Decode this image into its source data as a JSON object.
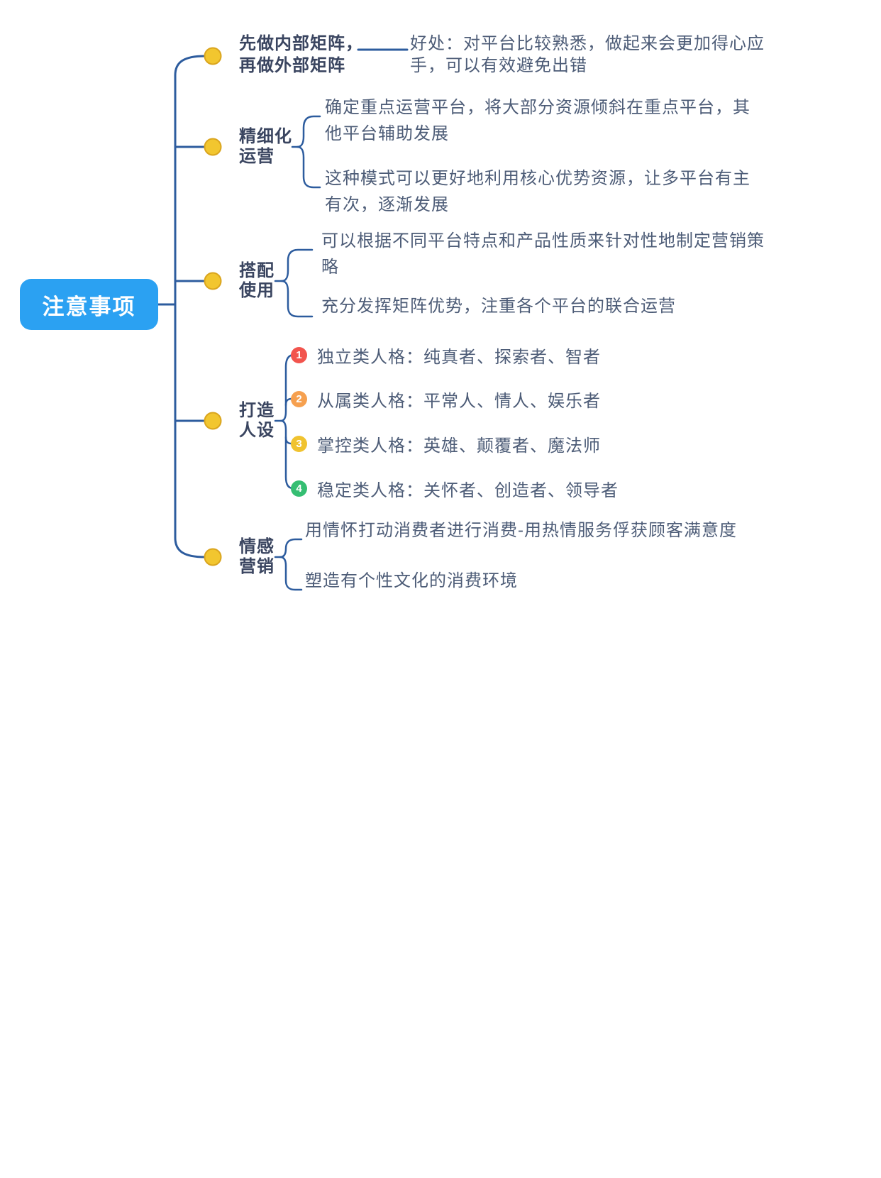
{
  "root": {
    "title": "注意事项",
    "bg_color": "#2BA1F2",
    "text_color": "#ffffff"
  },
  "colors": {
    "line": "#2D5C9E",
    "bullet_fill": "#F2C62F",
    "bullet_border": "#DAA51E",
    "label_text": "#3A4560",
    "body_text": "#4D5C77"
  },
  "branches": [
    {
      "label": "先做内部矩阵，\n再做外部矩阵",
      "children": [
        {
          "text": "好处：对平台比较熟悉，做起来会更加得心应\n手，可以有效避免出错"
        }
      ]
    },
    {
      "label": "精细化\n运营",
      "children": [
        {
          "text": "确定重点运营平台，将大部分资源倾斜在重点平台，其\n他平台辅助发展"
        },
        {
          "text": "这种模式可以更好地利用核心优势资源，让多平台有主\n有次，逐渐发展"
        }
      ]
    },
    {
      "label": "搭配\n使用",
      "children": [
        {
          "text": "可以根据不同平台特点和产品性质来针对性地制定营销策\n略"
        },
        {
          "text": "充分发挥矩阵优势，注重各个平台的联合运营"
        }
      ]
    },
    {
      "label": "打造\n人设",
      "items": [
        {
          "num": "1",
          "color": "#F2544D",
          "text": "独立类人格：纯真者、探索者、智者"
        },
        {
          "num": "2",
          "color": "#F6A04F",
          "text": "从属类人格：平常人、情人、娱乐者"
        },
        {
          "num": "3",
          "color": "#F0C330",
          "text": "掌控类人格：英雄、颠覆者、魔法师"
        },
        {
          "num": "4",
          "color": "#35BE72",
          "text": "稳定类人格：关怀者、创造者、领导者"
        }
      ]
    },
    {
      "label": "情感\n营销",
      "children": [
        {
          "text": "用情怀打动消费者进行消费-用热情服务俘获顾客满意度"
        },
        {
          "text": "塑造有个性文化的消费环境"
        }
      ]
    }
  ]
}
